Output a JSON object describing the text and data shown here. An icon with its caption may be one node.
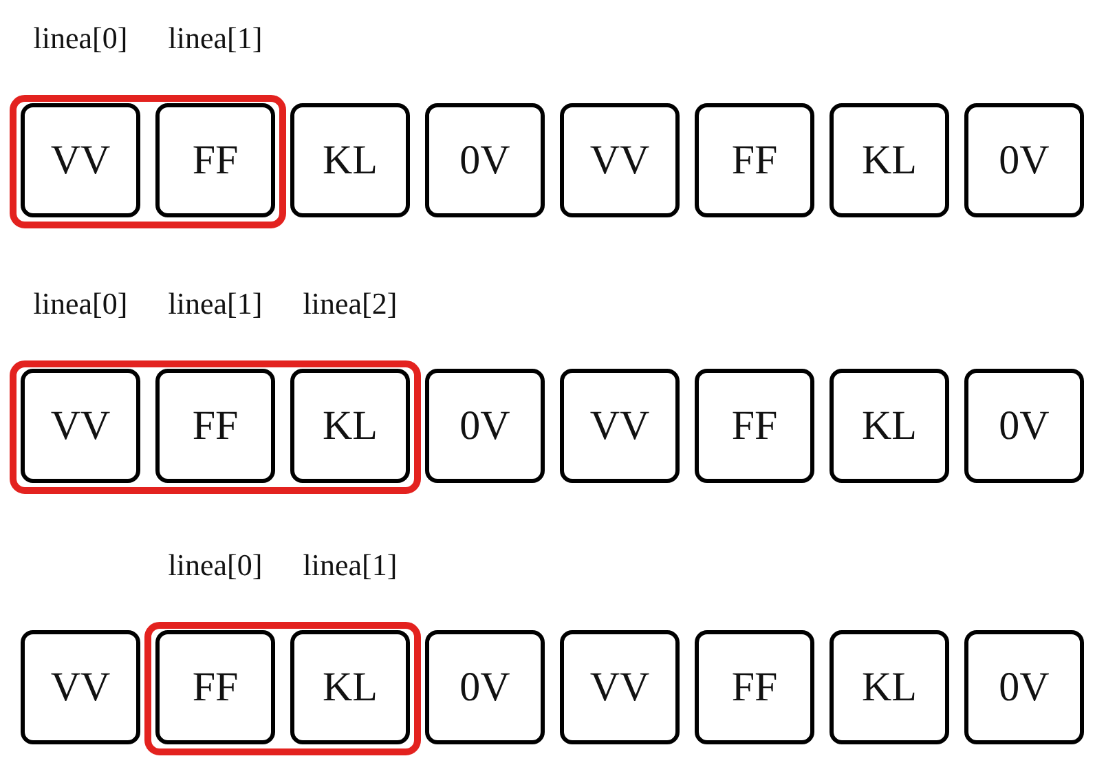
{
  "diagram": {
    "nodes": [
      {
        "text": [],
        "shape": "box"
      },
      {
        "text": [
          "VV"
        ],
        "in": 0,
        "beside": [
          "linea[0]"
        ]
      },
      {
        "text": [
          "FF"
        ],
        "in": 0,
        "beside": [
          "linea[1]"
        ]
      },
      {
        "text": [
          "KL"
        ]
      },
      {
        "text": [
          "0V"
        ]
      },
      {
        "text": [
          "VV"
        ]
      },
      {
        "text": [
          "FF"
        ]
      },
      {
        "text": [
          "KL"
        ]
      },
      {
        "text": [
          "0V"
        ]
      },
      {
        "text": [],
        "shape": "box"
      },
      {
        "text": [
          "VV"
        ],
        "in": 9,
        "beside": [
          "linea[0]"
        ]
      },
      {
        "text": [
          "FF"
        ],
        "in": 9,
        "beside": [
          "linea[1]"
        ]
      },
      {
        "text": [
          "KL"
        ],
        "in": 9,
        "beside": [
          "linea[2]"
        ]
      },
      {
        "text": [
          "0V"
        ]
      },
      {
        "text": [
          "VV"
        ]
      },
      {
        "text": [
          "FF"
        ]
      },
      {
        "text": [
          "KL"
        ]
      },
      {
        "text": [
          "0V"
        ]
      },
      {
        "text": [
          "VV"
        ]
      },
      {
        "text": [],
        "shape": "box"
      },
      {
        "text": [
          "FF"
        ],
        "in": 19,
        "beside": [
          "linea[0]"
        ]
      },
      {
        "text": [
          "KL"
        ],
        "in": 19,
        "beside": [
          "linea[1]"
        ]
      },
      {
        "text": [
          "0V"
        ]
      },
      {
        "text": [
          "VV"
        ]
      },
      {
        "text": [
          "FF"
        ]
      },
      {
        "text": [
          "KL"
        ]
      },
      {
        "text": [
          "0V"
        ]
      }
    ]
  }
}
